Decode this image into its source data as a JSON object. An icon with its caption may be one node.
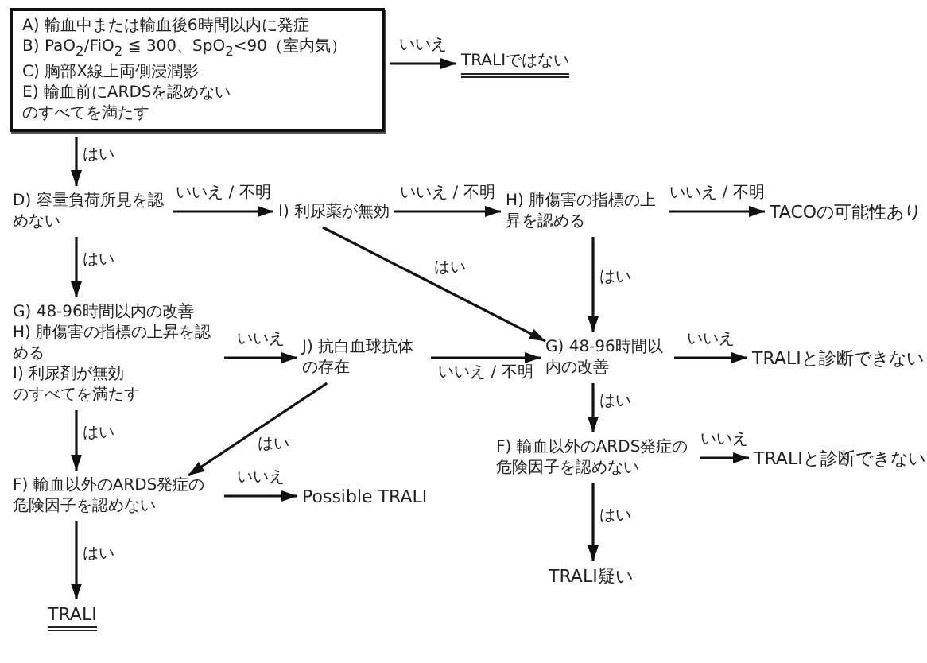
{
  "diagram": {
    "nodes": [
      {
        "text": [
          "A) 輸血中または輸血後6時間以内に発症",
          "B) PaO$_{2}$/FiO$_{2}$ ≦ 300、SpO$_{2}$<90（室内気）",
          "C) 胸部X線上両側浸潤影",
          "E) 輸血前にARDSを認めない",
          "のすべてを満たす"
        ]
      },
      {
        "text": [
          "TRALIではない"
        ]
      },
      {
        "text": [
          "D) 容量負荷所見を認めない"
        ]
      },
      {
        "text": [
          "I) 利尿薬が無効"
        ]
      },
      {
        "text": [
          "H) 肺傷害の指標の上昇を認める"
        ]
      },
      {
        "text": [
          "TACOの可能性あり"
        ]
      },
      {
        "text": [
          "G) 48-96時間以内の改善",
          "H) 肺傷害の指標の上昇を認める",
          "I) 利尿剤が無効",
          "のすべてを満たす"
        ]
      },
      {
        "text": [
          "J) 抗白血球抗体の存在"
        ]
      },
      {
        "text": [
          "G) 48-96時間以内の改善"
        ]
      },
      {
        "text": [
          "TRALIと診断できない"
        ]
      },
      {
        "text": [
          "F) 輸血以外のARDS発症の危険因子を認めない"
        ]
      },
      {
        "text": [
          "Possible TRALI"
        ]
      },
      {
        "text": [
          "F) 輸血以外のARDS発症の危険因子を認めない"
        ]
      },
      {
        "text": [
          "TRALIと診断できない"
        ]
      },
      {
        "text": [
          "TRALI疑い"
        ]
      },
      {
        "text": [
          "TRALI"
        ]
      }
    ],
    "edges": [
      {
        "from": 0,
        "to": 1,
        "arrow": "to",
        "label": "いいえ"
      },
      {
        "from": 0,
        "to": 2,
        "arrow": "to",
        "label": "はい"
      },
      {
        "from": 2,
        "to": 3,
        "arrow": "to",
        "label": "いいえ / 不明"
      },
      {
        "from": 3,
        "to": 4,
        "arrow": "to",
        "label": "いいえ / 不明"
      },
      {
        "from": 4,
        "to": 5,
        "arrow": "to",
        "label": "いいえ / 不明"
      },
      {
        "from": 3,
        "to": 8,
        "arrow": "to",
        "label": "はい"
      },
      {
        "from": 4,
        "to": 8,
        "arrow": "to",
        "label": "はい"
      },
      {
        "from": 2,
        "to": 6,
        "arrow": "to",
        "label": "はい"
      },
      {
        "from": 6,
        "to": 7,
        "arrow": "to",
        "label": "いいえ"
      },
      {
        "from": 7,
        "to": 8,
        "arrow": "to",
        "label": "いいえ / 不明"
      },
      {
        "from": 8,
        "to": 9,
        "arrow": "to",
        "label": "いいえ"
      },
      {
        "from": 6,
        "to": 10,
        "arrow": "to",
        "label": "はい"
      },
      {
        "from": 7,
        "to": 10,
        "arrow": "to",
        "label": "はい"
      },
      {
        "from": 10,
        "to": 11,
        "arrow": "to",
        "label": "いいえ"
      },
      {
        "from": 10,
        "to": 15,
        "arrow": "to",
        "label": "はい"
      },
      {
        "from": 8,
        "to": 12,
        "arrow": "to",
        "label": "はい"
      },
      {
        "from": 12,
        "to": 13,
        "arrow": "to",
        "label": "いいえ"
      },
      {
        "from": 12,
        "to": 14,
        "arrow": "to",
        "label": "はい"
      }
    ]
  }
}
